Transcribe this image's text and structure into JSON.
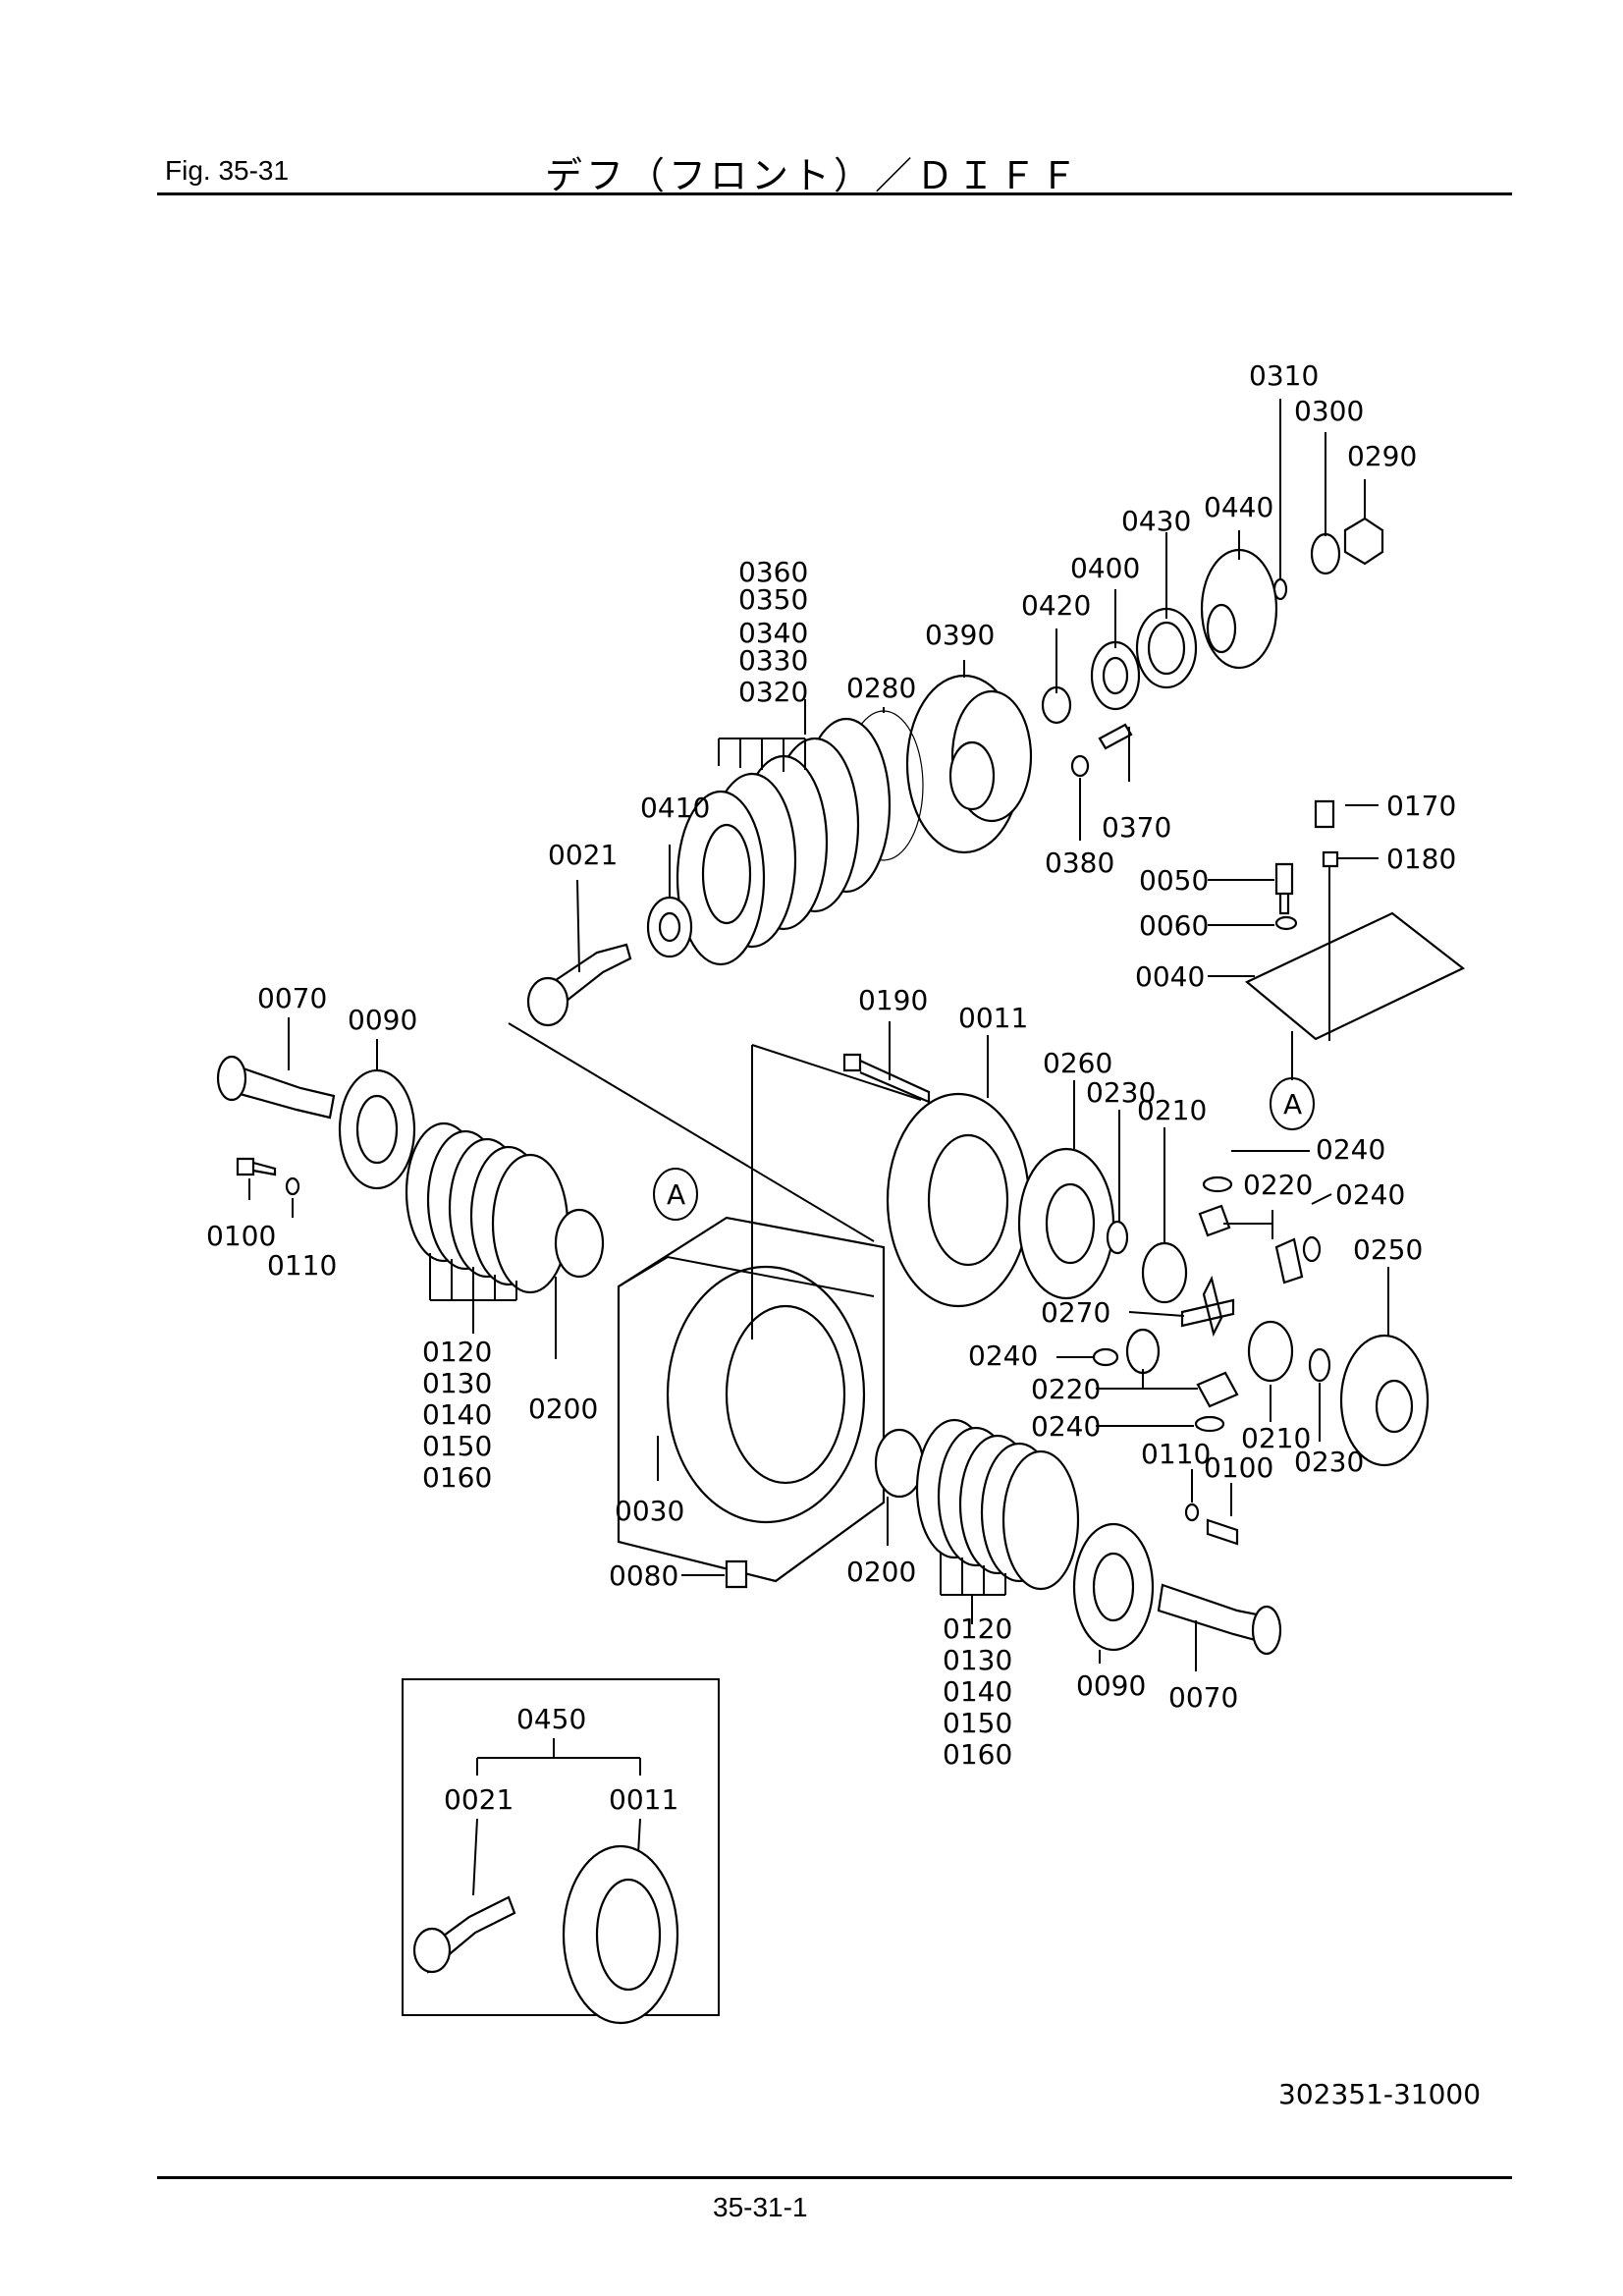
{
  "header": {
    "figure_label": "Fig.  35-31",
    "title": "デフ（フロント）／ＤＩＦＦ"
  },
  "footer": {
    "page_number": "35-31-1",
    "drawing_number": "302351-31000"
  },
  "diagram": {
    "callouts": {
      "c0310": "0310",
      "c0300": "0300",
      "c0290": "0290",
      "c0430": "0430",
      "c0440": "0440",
      "c0400": "0400",
      "c0420": "0420",
      "c0390": "0390",
      "c0360": "0360",
      "c0350": "0350",
      "c0340": "0340",
      "c0330": "0330",
      "c0320": "0320",
      "c0280": "0280",
      "c0410": "0410",
      "c0021": "0021",
      "c0370": "0370",
      "c0380": "0380",
      "c0170": "0170",
      "c0180": "0180",
      "c0050": "0050",
      "c0060": "0060",
      "c0040": "0040",
      "c0070a": "0070",
      "c0090a": "0090",
      "c0190": "0190",
      "c0011": "0011",
      "c0260": "0260",
      "c0230a": "0230",
      "c0210a": "0210",
      "c0240a": "0240",
      "c0220a": "0220",
      "c0240b": "0240",
      "c0250": "0250",
      "c0100a": "0100",
      "c0110a": "0110",
      "c0270": "0270",
      "c0240c": "0240",
      "c0220b": "0220",
      "c0240d": "0240",
      "c0210b": "0210",
      "c0230b": "0230",
      "c0110b": "0110",
      "c0100b": "0100",
      "c0120a": "0120",
      "c0130a": "0130",
      "c0140a": "0140",
      "c0150a": "0150",
      "c0160a": "0160",
      "c0200a": "0200",
      "c0030": "0030",
      "c0080": "0080",
      "c0200b": "0200",
      "c0120b": "0120",
      "c0130b": "0130",
      "c0140b": "0140",
      "c0150b": "0150",
      "c0160b": "0160",
      "c0090b": "0090",
      "c0070b": "0070"
    },
    "reference_marks": {
      "ref_a1": "A",
      "ref_a2": "A"
    },
    "inset": {
      "set_number": "0450",
      "pinion": "0021",
      "ring_gear": "0011"
    }
  }
}
